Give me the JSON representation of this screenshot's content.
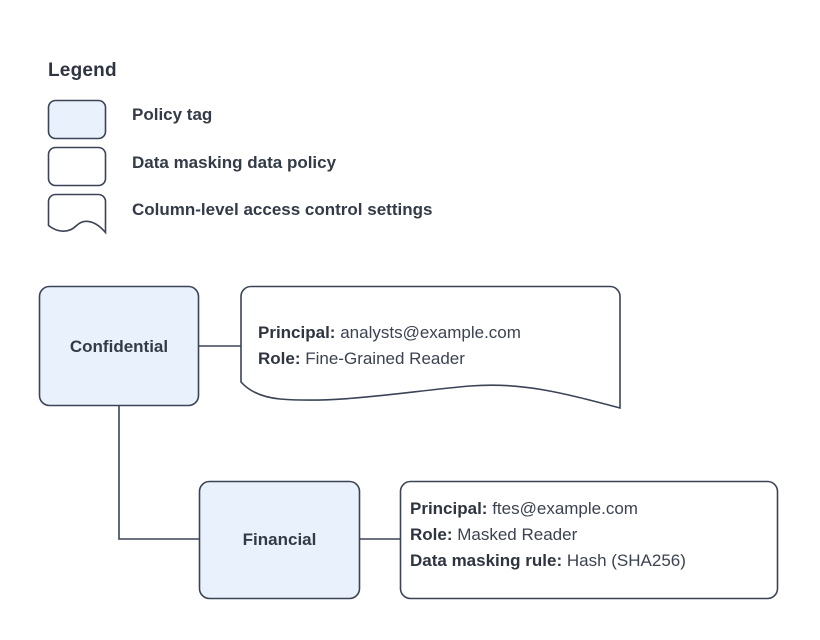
{
  "diagram": {
    "type": "policy-tag-hierarchy",
    "background": "#ffffff",
    "colors": {
      "node_fill": "#e9f1fc",
      "node_stroke": "#3a4456",
      "callout_fill": "#ffffff",
      "callout_stroke": "#3a4456",
      "connector": "#3a4456",
      "text": "#333b47",
      "heading": "#2e3440"
    }
  },
  "legend": {
    "title": "Legend",
    "items": [
      {
        "label": "Policy tag",
        "swatch": "rounded-rect-filled",
        "fill": "#e9f1fc"
      },
      {
        "label": "Data masking data policy",
        "swatch": "rounded-rect-outline",
        "fill": "#ffffff"
      },
      {
        "label": "Column-level access control settings",
        "swatch": "wavy-bottom-rect-outline",
        "fill": "#ffffff"
      }
    ]
  },
  "nodes": [
    {
      "id": "confidential",
      "label": "Confidential",
      "shape": "rounded-rect",
      "fill": "#e9f1fc"
    },
    {
      "id": "financial",
      "label": "Financial",
      "shape": "rounded-rect",
      "fill": "#e9f1fc"
    }
  ],
  "callouts": [
    {
      "id": "callout-confidential",
      "attached_to": "confidential",
      "shape": "wavy-bottom-rect",
      "lines": [
        {
          "key": "Principal:",
          "value": "analysts@example.com"
        },
        {
          "key": "Role:",
          "value": "Fine-Grained Reader"
        }
      ]
    },
    {
      "id": "callout-financial",
      "attached_to": "financial",
      "shape": "rounded-rect",
      "lines": [
        {
          "key": "Principal:",
          "value": "ftes@example.com"
        },
        {
          "key": "Role:",
          "value": "Masked Reader"
        },
        {
          "key": "Data masking rule:",
          "value": "Hash (SHA256)"
        }
      ]
    }
  ],
  "connectors": [
    {
      "from": "confidential",
      "to": "callout-confidential",
      "style": "straight-horizontal"
    },
    {
      "from": "confidential",
      "to": "financial",
      "style": "elbow-down-right"
    },
    {
      "from": "financial",
      "to": "callout-financial",
      "style": "straight-horizontal"
    }
  ]
}
